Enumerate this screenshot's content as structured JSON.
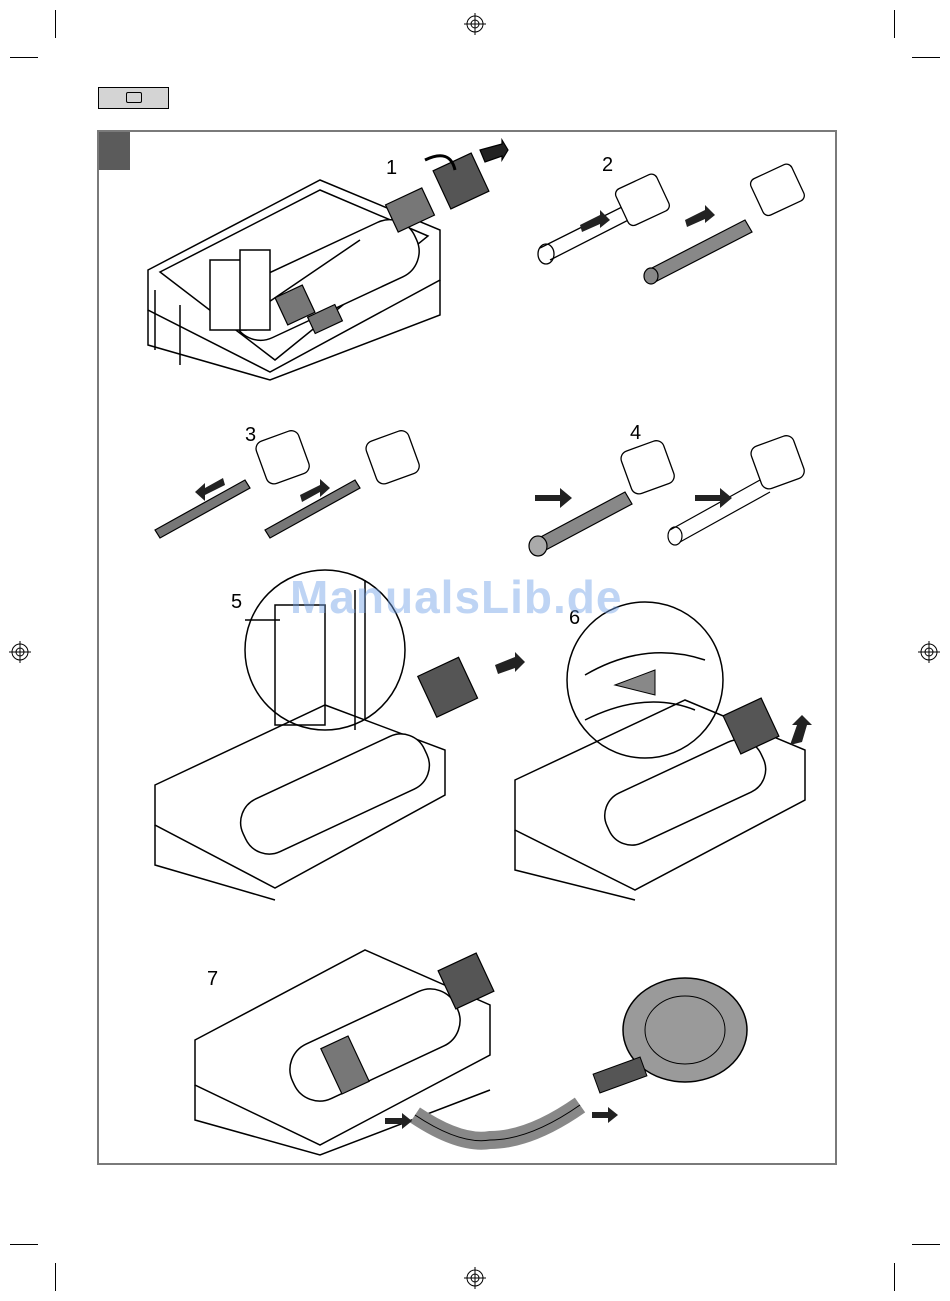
{
  "header": {
    "tab_icon": "water-filter-icon"
  },
  "steps": [
    "1",
    "2",
    "3",
    "4",
    "5",
    "6",
    "7"
  ],
  "watermark": "ManualsLib.de",
  "colors": {
    "frame": "#7a7a7a",
    "tab": "#d4d4d4",
    "dark_part": "#555555",
    "mid_part": "#8a8a8a"
  }
}
